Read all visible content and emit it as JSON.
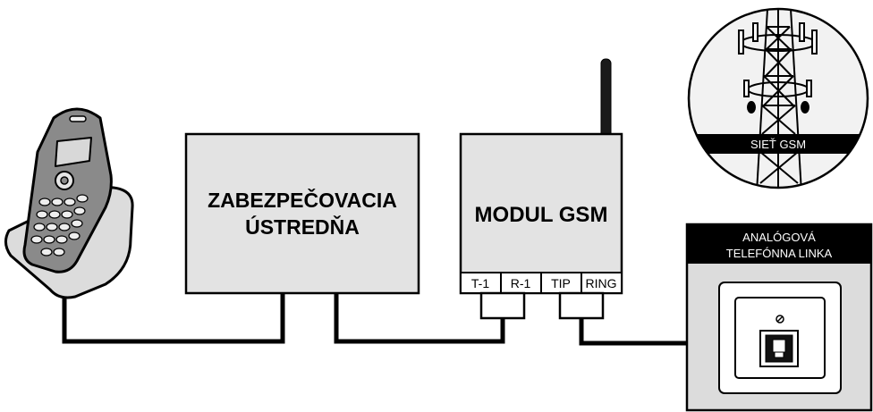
{
  "diagram": {
    "alarm_panel": {
      "line1": "ZABEZPEČOVACIA",
      "line2": "ÚSTREDŇA"
    },
    "gsm_module": {
      "label": "MODUL GSM",
      "terminals": [
        "T-1",
        "R-1",
        "TIP",
        "RING"
      ]
    },
    "gsm_network": {
      "label": "SIEŤ GSM"
    },
    "analog_line": {
      "line1": "ANALÓGOVÁ",
      "line2": "TELEFÓNNA LINKA"
    }
  },
  "colors": {
    "box_fill": "#e3e3e3",
    "stroke": "#000000",
    "tower_fill": "#f2f2f2",
    "label_bar": "#000000"
  }
}
